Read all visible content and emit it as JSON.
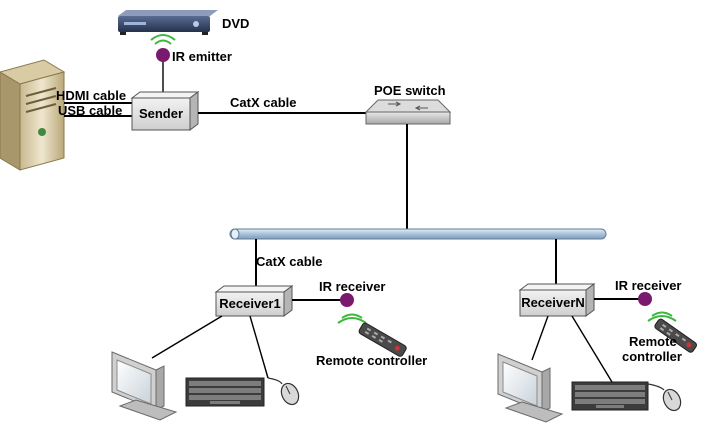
{
  "labels": {
    "dvd": "DVD",
    "ir_emitter": "IR emitter",
    "hdmi_cable": "HDMI cable",
    "usb_cable": "USB cable",
    "sender": "Sender",
    "catx_top": "CatX cable",
    "poe_switch": "POE switch",
    "catx_receiver": "CatX cable",
    "receiver1": "Receiver1",
    "receiverN": "ReceiverN",
    "ir_receiver_1": "IR receiver",
    "ir_receiver_n": "IR receiver",
    "remote_controller_1": "Remote controller",
    "remote_controller_n_line1": "Remote",
    "remote_controller_n_line2": "controller"
  },
  "colors": {
    "ir_dot": "#7a1a6e",
    "ir_wave": "#3cb83c",
    "bus": "#b8cde0",
    "box_fill": "#e6e6e6"
  },
  "icons": [
    "dvd-player-icon",
    "pc-tower-icon",
    "poe-switch-icon",
    "monitor-icon",
    "keyboard-icon",
    "mouse-icon",
    "remote-control-icon"
  ]
}
